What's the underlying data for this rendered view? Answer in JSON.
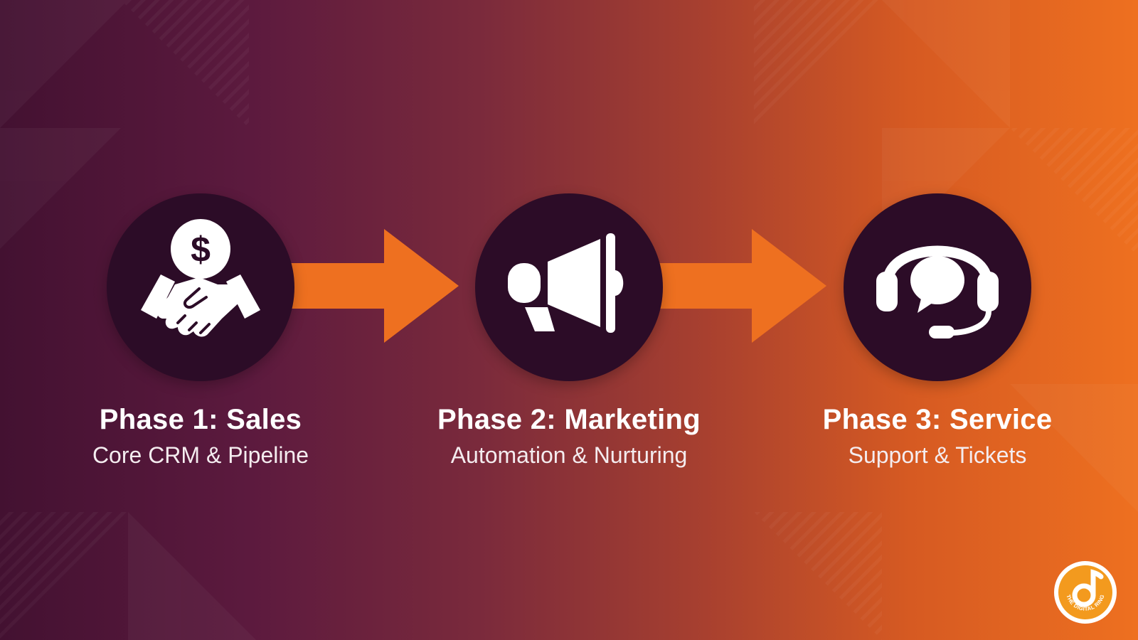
{
  "colors": {
    "background_left": "#431131",
    "background_right": "#ee7020",
    "circle_fill": "#2c0c27",
    "arrow": "#ee7020",
    "icon": "#ffffff",
    "logo_ring": "#f39a1e"
  },
  "phases": [
    {
      "title": "Phase 1: Sales",
      "subtitle": "Core CRM & Pipeline",
      "icon": "handshake-dollar-icon"
    },
    {
      "title": "Phase 2: Marketing",
      "subtitle": "Automation & Nurturing",
      "icon": "megaphone-icon"
    },
    {
      "title": "Phase 3: Service",
      "subtitle": "Support & Tickets",
      "icon": "headset-chat-icon"
    }
  ],
  "connectors": [
    {
      "icon": "arrow-right-icon",
      "from": "Phase 1: Sales",
      "to": "Phase 2: Marketing"
    },
    {
      "icon": "arrow-right-icon",
      "from": "Phase 2: Marketing",
      "to": "Phase 3: Service"
    }
  ],
  "logo": {
    "icon": "digital-ring-logo",
    "text": "THE DIGITAL RING"
  }
}
